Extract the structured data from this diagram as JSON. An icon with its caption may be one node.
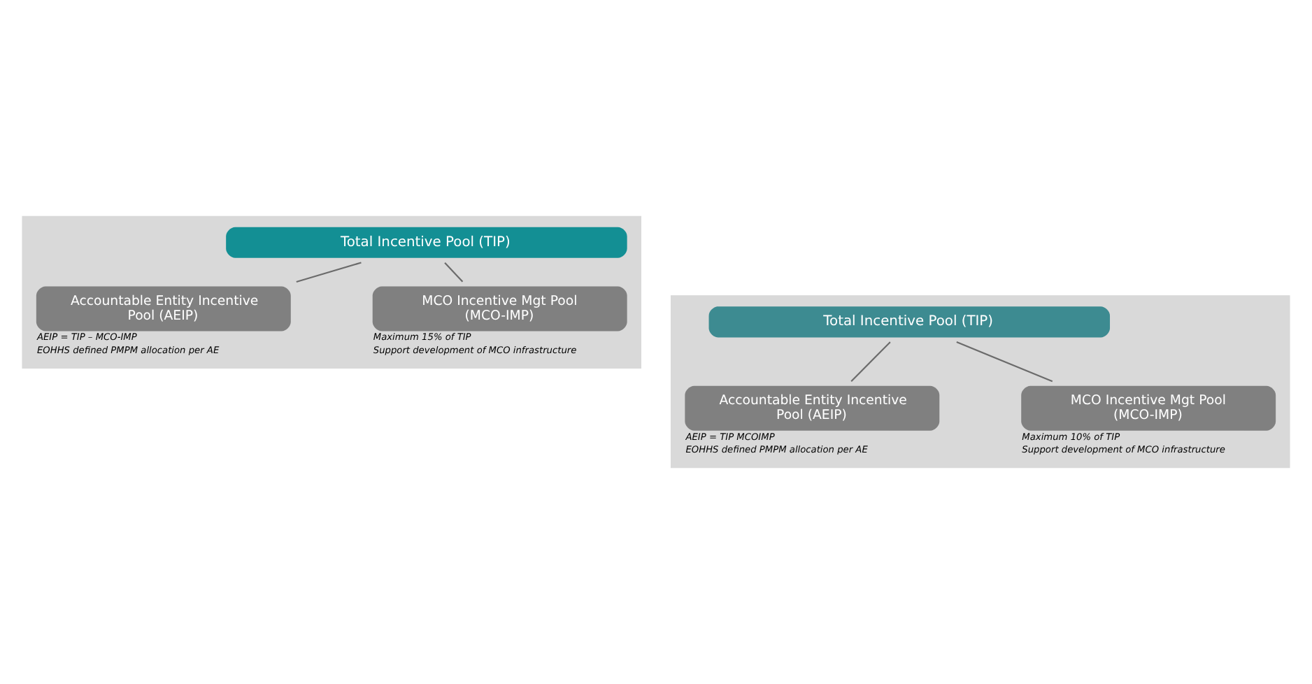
{
  "diagram": {
    "nodes": [
      {
        "text": [],
        "shape": "box"
      },
      {
        "text": [
          "Total Incentive Pool (TIP)"
        ],
        "in": 0
      },
      {
        "text": [
          "Accountable Entity Incentive Pool (AEIP)"
        ],
        "in": 0,
        "beside": [
          "AEIP = TIP – MCO-IMP",
          "EOHHS defined PMPM allocation per AE"
        ]
      },
      {
        "text": [
          "MCO Incentive Mgt Pool (MCO-IMP)"
        ],
        "in": 0,
        "beside": [
          "Maximum 15% of TIP",
          "Support development of MCO infrastructure"
        ]
      },
      {
        "text": [],
        "shape": "box"
      },
      {
        "text": [
          "Total Incentive Pool (TIP)"
        ],
        "in": 4
      },
      {
        "text": [
          "Accountable Entity Incentive Pool (AEIP)"
        ],
        "in": 4,
        "beside": [
          "AEIP = TIP MCOIMP",
          "EOHHS defined PMPM allocation per AE"
        ]
      },
      {
        "text": [
          "MCO Incentive Mgt Pool (MCO-IMP)"
        ],
        "in": 4,
        "beside": [
          "Maximum 10% of TIP",
          "Support development of MCO infrastructure"
        ]
      }
    ],
    "edges": [
      {
        "from": 1,
        "to": 2,
        "arrow": "none"
      },
      {
        "from": 1,
        "to": 3,
        "arrow": "none"
      },
      {
        "from": 5,
        "to": 6,
        "arrow": "none"
      },
      {
        "from": 5,
        "to": 7,
        "arrow": "none"
      }
    ]
  }
}
